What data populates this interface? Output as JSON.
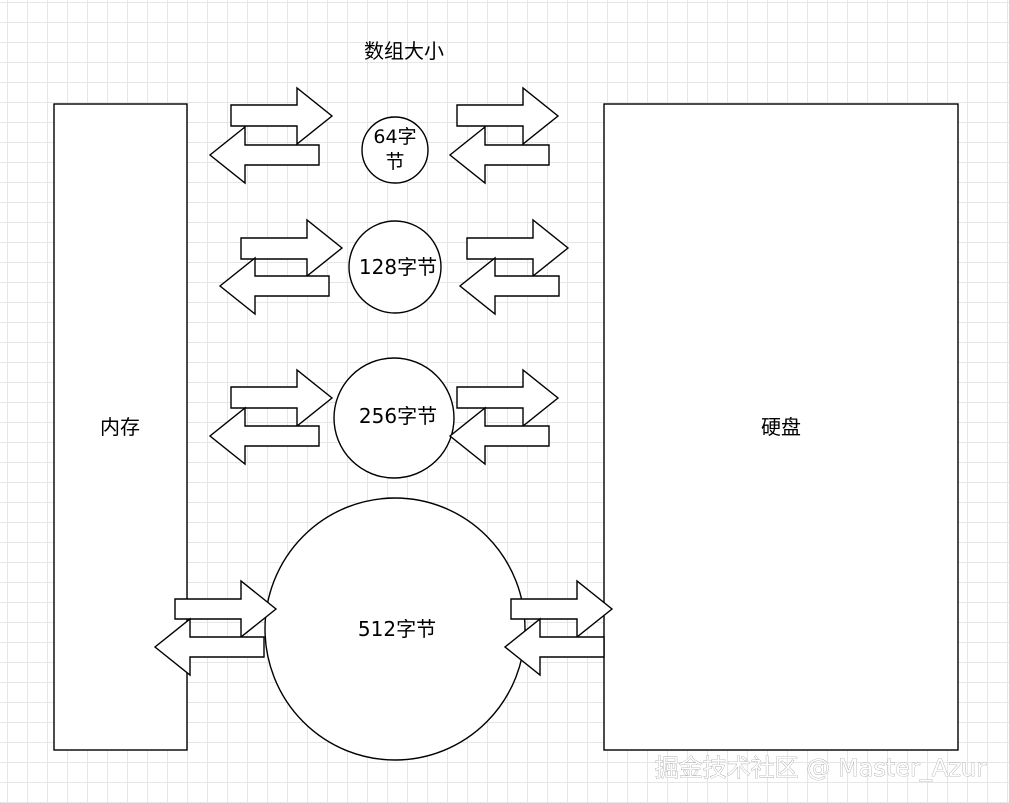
{
  "diagram": {
    "title": "数组大小",
    "memory_label": "内存",
    "disk_label": "硬盘",
    "sizes": [
      {
        "line1": "64字",
        "line2": "节"
      },
      {
        "label": "128字节"
      },
      {
        "label": "256字节"
      },
      {
        "label": "512字节"
      }
    ],
    "watermark": "掘金技术社区 @ Master_Azur"
  },
  "colors": {
    "grid": "#e6e6e6",
    "stroke": "#000000",
    "fill": "#ffffff"
  }
}
